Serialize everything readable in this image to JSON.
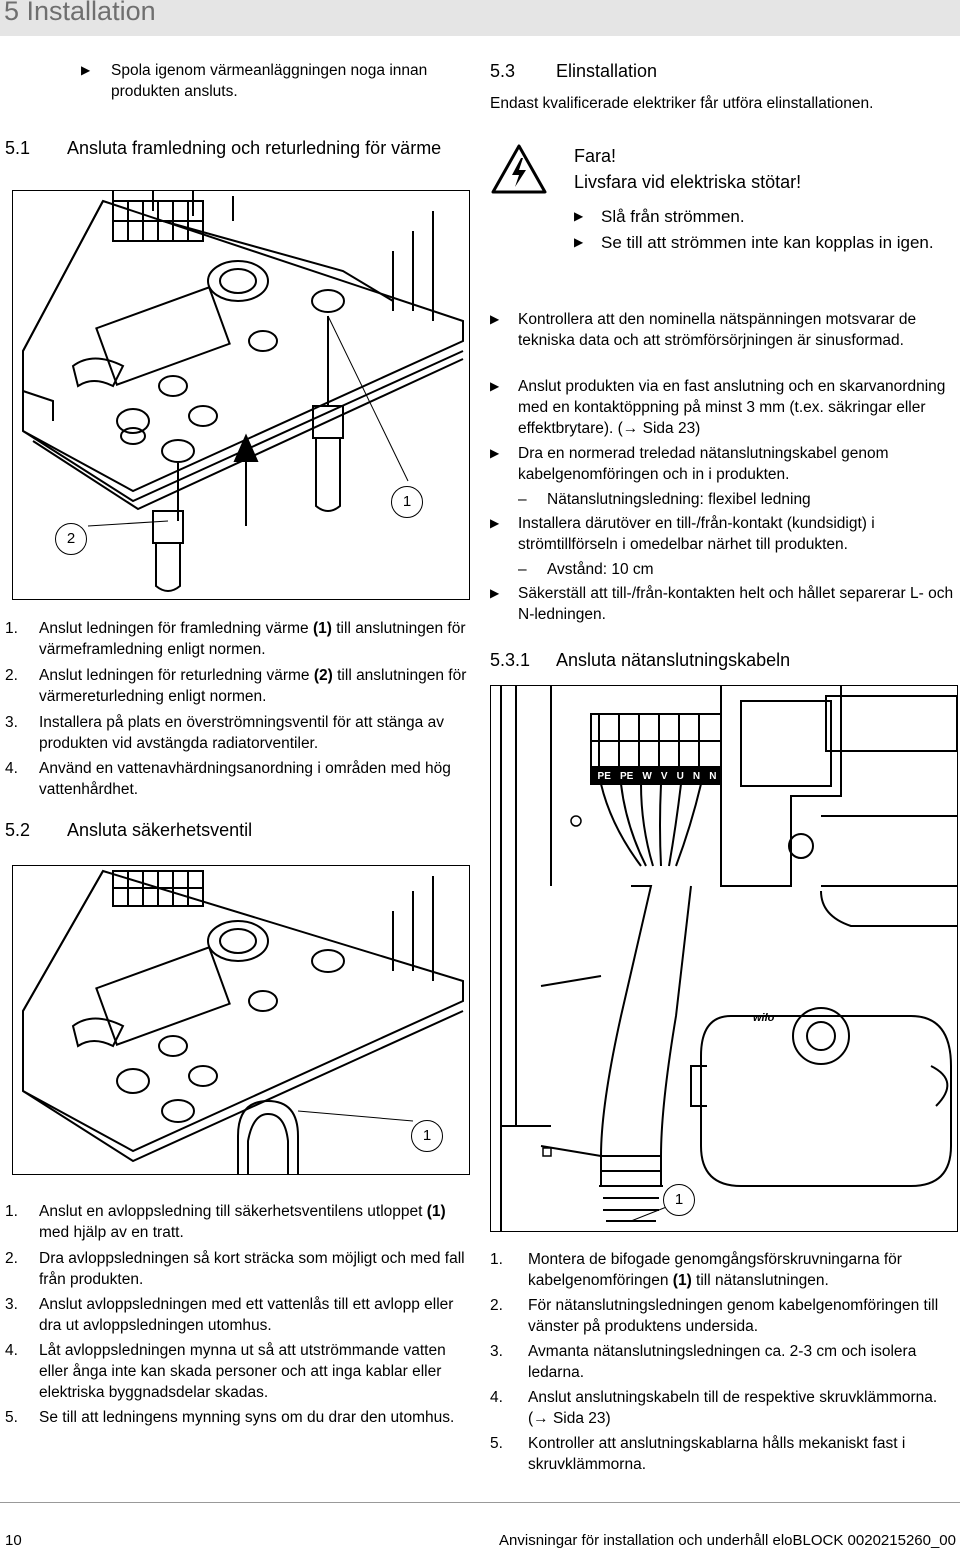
{
  "chapter": {
    "title": "5 Installation"
  },
  "left": {
    "intro_bullet": "Spola igenom värmeanläggningen noga innan produkten ansluts.",
    "s51": {
      "number": "5.1",
      "title": "Ansluta framledning och returledning för värme",
      "callout_1": "1",
      "callout_2": "2",
      "steps": [
        {
          "n": "1.",
          "a": "Anslut ledningen för framledning värme ",
          "b": "(1)",
          "c": " till anslutningen för värmeframledning enligt normen."
        },
        {
          "n": "2.",
          "a": "Anslut ledningen för returledning värme ",
          "b": "(2)",
          "c": " till anslutningen för värmereturledning enligt normen."
        },
        {
          "n": "3.",
          "a": "Installera på plats en överströmningsventil för att stänga av produkten vid avstängda radiatorventiler."
        },
        {
          "n": "4.",
          "a": "Använd en vattenavhärdningsanordning i områden med hög vattenhårdhet."
        }
      ]
    },
    "s52": {
      "number": "5.2",
      "title": "Ansluta säkerhetsventil",
      "callout_1": "1",
      "steps": [
        {
          "n": "1.",
          "a": "Anslut en avloppsledning till säkerhetsventilens utloppet ",
          "b": "(1)",
          "c": " med hjälp av en tratt."
        },
        {
          "n": "2.",
          "a": "Dra avloppsledningen så kort sträcka som möjligt och med fall från produkten."
        },
        {
          "n": "3.",
          "a": "Anslut avloppsledningen med ett vattenlås till ett avlopp eller dra ut avloppsledningen utomhus."
        },
        {
          "n": "4.",
          "a": "Låt avloppsledningen mynna ut så att utströmmande vatten eller ånga inte kan skada personer och att inga kablar eller elektriska byggnadsdelar skadas."
        },
        {
          "n": "5.",
          "a": "Se till att ledningens mynning syns om du drar den utomhus."
        }
      ]
    }
  },
  "right": {
    "s53": {
      "number": "5.3",
      "title": "Elinstallation",
      "intro": "Endast kvalificerade elektriker får utföra elinstallationen.",
      "warning": {
        "title": "Fara!",
        "subtitle": "Livsfara vid elektriska stötar!",
        "bullets": [
          "Slå från strömmen.",
          "Se till att strömmen inte kan kopplas in igen."
        ]
      },
      "bullets": [
        "Kontrollera att den nominella nätspänningen motsvarar de tekniska data och att strömförsörjningen är sinusformad.",
        "Anslut produkten via en fast anslutning och en skarvanordning med en kontaktöppning på minst 3 mm (t.ex. säkringar eller effektbrytare). (→ Sida 23)",
        "Dra en normerad treledad nätanslutningskabel genom kabelgenomföringen och in i produkten.",
        "Installera därutöver en till-/från-kontakt (kundsidigt) i strömtillförseln i omedelbar närhet till produkten.",
        "Säkerställ att till-/från-kontakten helt och hållet separerar L- och N-ledningen."
      ],
      "dash_items": [
        "Nätanslutningsledning: flexibel ledning",
        "Avstånd: 10 cm"
      ]
    },
    "s531": {
      "number": "5.3.1",
      "title": "Ansluta nätanslutningskabeln",
      "callout_1": "1",
      "terminal_labels": [
        "PE",
        "PE",
        "W",
        "V",
        "U",
        "N",
        "N"
      ],
      "brand": "wilo",
      "steps": [
        {
          "n": "1.",
          "a": "Montera de bifogade genomgångsförskruvningarna för kabelgenomföringen ",
          "b": "(1)",
          "c": " till nätanslutningen."
        },
        {
          "n": "2.",
          "a": "För nätanslutningsledningen genom kabelgenomföringen till vänster på produktens undersida."
        },
        {
          "n": "3.",
          "a": "Avmanta nätanslutningsledningen ca. 2-3 cm och isolera ledarna."
        },
        {
          "n": "4.",
          "a": "Anslut anslutningskabeln till de respektive skruvklämmorna. (→ Sida 23)"
        },
        {
          "n": "5.",
          "a": "Kontroller att anslutningskablarna hålls mekaniskt fast i skruvklämmorna."
        }
      ]
    }
  },
  "footer": {
    "page_number": "10",
    "doc_title": "Anvisningar för installation och underhåll eloBLOCK 0020215260_00"
  }
}
